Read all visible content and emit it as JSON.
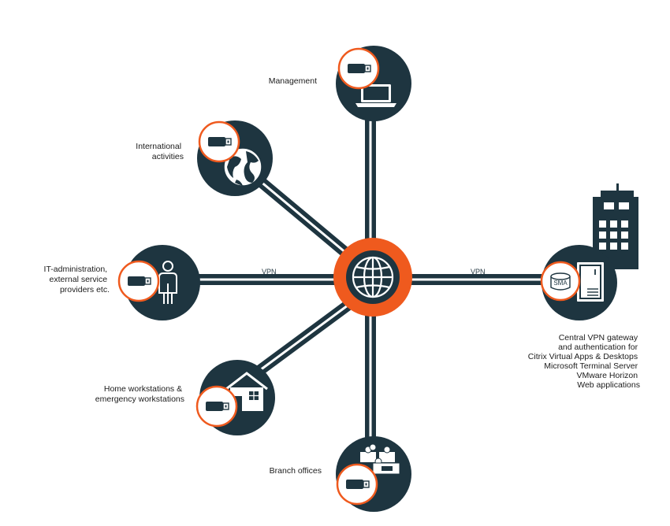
{
  "colors": {
    "node_fill": "#1e3540",
    "hub_orange": "#ef5a1e",
    "badge_ring": "#ef5a1e",
    "link_dark": "#1e3540"
  },
  "hub": {
    "icon": "globe-icon"
  },
  "connections": {
    "vpn_left": "VPN",
    "vpn_right": "VPN"
  },
  "nodes": {
    "management": {
      "label_lines": [
        "Management"
      ],
      "icon": "laptop-icon"
    },
    "international": {
      "label_lines": [
        "International",
        "activities"
      ],
      "icon": "globe-icon"
    },
    "it_admin": {
      "label_lines": [
        "IT-administration,",
        "external service",
        "providers etc."
      ],
      "icon": "person-icon"
    },
    "home": {
      "label_lines": [
        "Home workstations &",
        "emergency workstations"
      ],
      "icon": "house-icon"
    },
    "branch": {
      "label_lines": [
        "Branch offices"
      ],
      "icon": "office-team-icon"
    },
    "gateway": {
      "badge_text": "SMA",
      "icon": "server-icon",
      "label_lines": [
        "Central VPN gateway",
        "and authentication for",
        "Citrix Virtual Apps & Desktops",
        "Microsoft Terminal Server",
        "VMware Horizon",
        "Web applications"
      ]
    },
    "headquarters": {
      "icon": "office-building-icon"
    }
  },
  "token_icon": "usb-token-icon"
}
